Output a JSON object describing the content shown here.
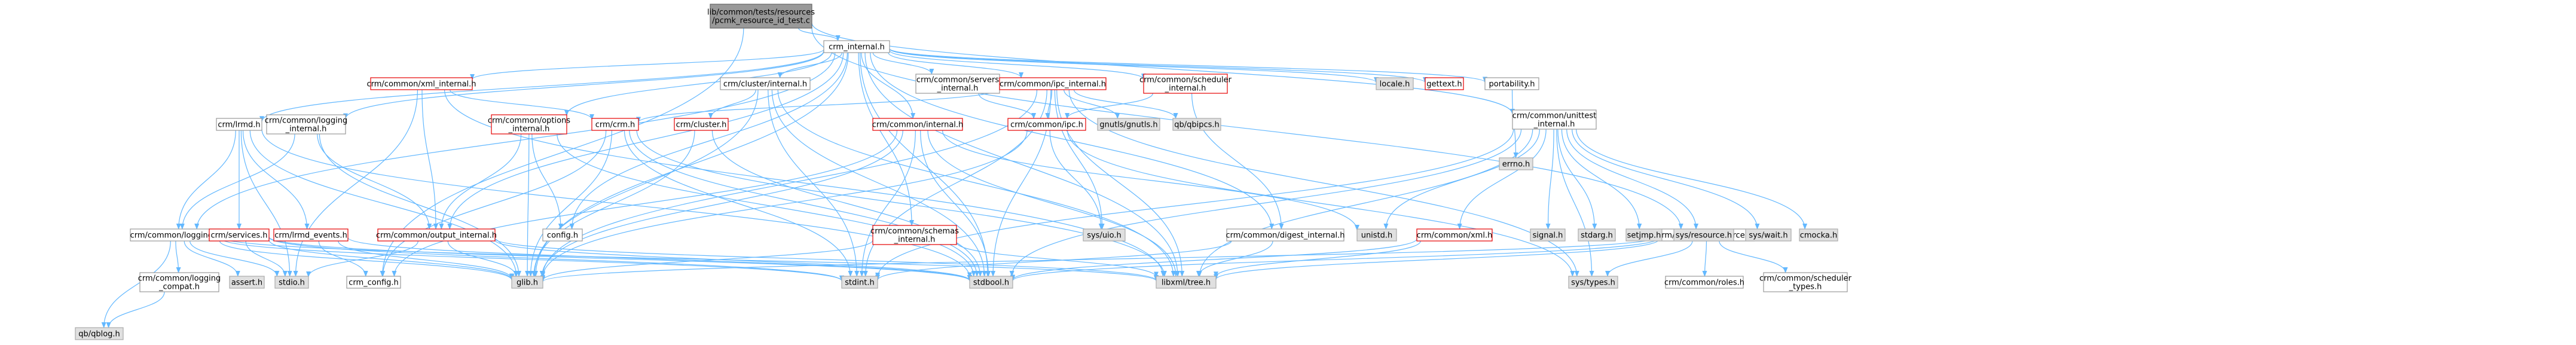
{
  "colors": {
    "edge": "#63b8ff",
    "root_fill": "#999999",
    "default_fill": "#ffffff",
    "default_stroke": "#999999",
    "red_text": "#e60000",
    "red_stroke": "#e60000",
    "external_fill": "#e0e0e0"
  },
  "nodes": [
    {
      "id": "root",
      "label": "lib/common/tests/resources\n/pcmk_resource_id_test.c",
      "style": "root"
    },
    {
      "id": "crm_internal",
      "label": "crm_internal.h",
      "style": "default"
    },
    {
      "id": "xml_internal",
      "label": "crm/common/xml_internal.h",
      "style": "red"
    },
    {
      "id": "cluster_internal",
      "label": "crm/cluster/internal.h",
      "style": "default"
    },
    {
      "id": "servers_internal",
      "label": "crm/common/servers\n_internal.h",
      "style": "default"
    },
    {
      "id": "ipc_internal",
      "label": "crm/common/ipc_internal.h",
      "style": "red"
    },
    {
      "id": "scheduler_internal",
      "label": "crm/common/scheduler\n_internal.h",
      "style": "red"
    },
    {
      "id": "locale",
      "label": "locale.h",
      "style": "ext"
    },
    {
      "id": "gettext",
      "label": "gettext.h",
      "style": "red"
    },
    {
      "id": "portability",
      "label": "portability.h",
      "style": "default"
    },
    {
      "id": "unittest_internal",
      "label": "crm/common/unittest\n_internal.h",
      "style": "default"
    },
    {
      "id": "resources",
      "label": "crm/common/resources.h",
      "style": "default"
    },
    {
      "id": "lrmd",
      "label": "crm/lrmd.h",
      "style": "default"
    },
    {
      "id": "logging_internal",
      "label": "crm/common/logging\n_internal.h",
      "style": "default"
    },
    {
      "id": "options_internal",
      "label": "crm/common/options\n_internal.h",
      "style": "red"
    },
    {
      "id": "crm_h",
      "label": "crm/crm.h",
      "style": "red"
    },
    {
      "id": "cluster_h",
      "label": "crm/cluster.h",
      "style": "red"
    },
    {
      "id": "common_internal",
      "label": "crm/common/internal.h",
      "style": "red"
    },
    {
      "id": "ipc_h",
      "label": "crm/common/ipc.h",
      "style": "red"
    },
    {
      "id": "gnutls",
      "label": "gnutls/gnutls.h",
      "style": "ext"
    },
    {
      "id": "qbipcs",
      "label": "qb/qbipcs.h",
      "style": "ext"
    },
    {
      "id": "errno",
      "label": "errno.h",
      "style": "ext"
    },
    {
      "id": "logging_h",
      "label": "crm/common/logging.h",
      "style": "default"
    },
    {
      "id": "services_h",
      "label": "crm/services.h",
      "style": "red"
    },
    {
      "id": "lrmd_events",
      "label": "crm/lrmd_events.h",
      "style": "red"
    },
    {
      "id": "output_internal",
      "label": "crm/common/output_internal.h",
      "style": "red"
    },
    {
      "id": "config_h",
      "label": "config.h",
      "style": "default"
    },
    {
      "id": "schemas_internal",
      "label": "crm/common/schemas\n_internal.h",
      "style": "red"
    },
    {
      "id": "sys_uio",
      "label": "sys/uio.h",
      "style": "ext"
    },
    {
      "id": "unistd",
      "label": "unistd.h",
      "style": "ext"
    },
    {
      "id": "digest_internal",
      "label": "crm/common/digest_internal.h",
      "style": "default"
    },
    {
      "id": "xml_h",
      "label": "crm/common/xml.h",
      "style": "red"
    },
    {
      "id": "signal",
      "label": "signal.h",
      "style": "ext"
    },
    {
      "id": "stdarg",
      "label": "stdarg.h",
      "style": "ext"
    },
    {
      "id": "setjmp",
      "label": "setjmp.h",
      "style": "ext"
    },
    {
      "id": "sys_resource",
      "label": "sys/resource.h",
      "style": "ext"
    },
    {
      "id": "sys_wait",
      "label": "sys/wait.h",
      "style": "ext"
    },
    {
      "id": "cmocka",
      "label": "cmocka.h",
      "style": "ext"
    },
    {
      "id": "logging_compat",
      "label": "crm/common/logging\n_compat.h",
      "style": "default"
    },
    {
      "id": "assert",
      "label": "assert.h",
      "style": "ext"
    },
    {
      "id": "stdio",
      "label": "stdio.h",
      "style": "ext"
    },
    {
      "id": "crm_config",
      "label": "crm_config.h",
      "style": "default"
    },
    {
      "id": "glib",
      "label": "glib.h",
      "style": "ext"
    },
    {
      "id": "stdint",
      "label": "stdint.h",
      "style": "ext"
    },
    {
      "id": "stdbool",
      "label": "stdbool.h",
      "style": "ext"
    },
    {
      "id": "libxml",
      "label": "libxml/tree.h",
      "style": "ext"
    },
    {
      "id": "sys_types",
      "label": "sys/types.h",
      "style": "ext"
    },
    {
      "id": "roles",
      "label": "crm/common/roles.h",
      "style": "default"
    },
    {
      "id": "scheduler_types",
      "label": "crm/common/scheduler\n_types.h",
      "style": "default"
    },
    {
      "id": "qblog",
      "label": "qb/qblog.h",
      "style": "ext"
    }
  ],
  "edges": [
    [
      "root",
      "crm_internal"
    ],
    [
      "root",
      "unittest_internal"
    ],
    [
      "root",
      "resources"
    ],
    [
      "root",
      "crm_config"
    ],
    [
      "crm_internal",
      "xml_internal"
    ],
    [
      "crm_internal",
      "cluster_internal"
    ],
    [
      "crm_internal",
      "servers_internal"
    ],
    [
      "crm_internal",
      "ipc_internal"
    ],
    [
      "crm_internal",
      "scheduler_internal"
    ],
    [
      "crm_internal",
      "locale"
    ],
    [
      "crm_internal",
      "gettext"
    ],
    [
      "crm_internal",
      "portability"
    ],
    [
      "crm_internal",
      "lrmd"
    ],
    [
      "crm_internal",
      "logging_internal"
    ],
    [
      "crm_internal",
      "options_internal"
    ],
    [
      "crm_internal",
      "common_internal"
    ],
    [
      "crm_internal",
      "schemas_internal"
    ],
    [
      "crm_internal",
      "output_internal"
    ],
    [
      "crm_internal",
      "config_h"
    ],
    [
      "crm_internal",
      "digest_internal"
    ],
    [
      "crm_internal",
      "glib"
    ],
    [
      "crm_internal",
      "stdbool"
    ],
    [
      "crm_internal",
      "libxml"
    ],
    [
      "crm_internal",
      "logging_h"
    ],
    [
      "xml_internal",
      "crm_h"
    ],
    [
      "xml_internal",
      "output_internal"
    ],
    [
      "xml_internal",
      "libxml"
    ],
    [
      "xml_internal",
      "stdio"
    ],
    [
      "cluster_internal",
      "cluster_h"
    ],
    [
      "cluster_internal",
      "glib"
    ],
    [
      "cluster_internal",
      "stdint"
    ],
    [
      "cluster_internal",
      "stdbool"
    ],
    [
      "cluster_internal",
      "libxml"
    ],
    [
      "servers_internal",
      "ipc_h"
    ],
    [
      "ipc_internal",
      "ipc_h"
    ],
    [
      "ipc_internal",
      "gnutls"
    ],
    [
      "ipc_internal",
      "qbipcs"
    ],
    [
      "ipc_internal",
      "crm_h"
    ],
    [
      "ipc_internal",
      "sys_uio"
    ],
    [
      "ipc_internal",
      "glib"
    ],
    [
      "ipc_internal",
      "stdint"
    ],
    [
      "ipc_internal",
      "stdbool"
    ],
    [
      "ipc_internal",
      "sys_types"
    ],
    [
      "ipc_internal",
      "libxml"
    ],
    [
      "scheduler_internal",
      "digest_internal"
    ],
    [
      "scheduler_internal",
      "ipc_h"
    ],
    [
      "portability",
      "errno"
    ],
    [
      "unittest_internal",
      "signal"
    ],
    [
      "unittest_internal",
      "stdarg"
    ],
    [
      "unittest_internal",
      "setjmp"
    ],
    [
      "unittest_internal",
      "sys_resource"
    ],
    [
      "unittest_internal",
      "sys_wait"
    ],
    [
      "unittest_internal",
      "cmocka"
    ],
    [
      "unittest_internal",
      "unistd"
    ],
    [
      "unittest_internal",
      "xml_h"
    ],
    [
      "unittest_internal",
      "stdbool"
    ],
    [
      "unittest_internal",
      "stdint"
    ],
    [
      "unittest_internal",
      "sys_types"
    ],
    [
      "unittest_internal",
      "libxml"
    ],
    [
      "resources",
      "roles"
    ],
    [
      "resources",
      "scheduler_types"
    ],
    [
      "resources",
      "stdbool"
    ],
    [
      "resources",
      "sys_types"
    ],
    [
      "resources",
      "libxml"
    ],
    [
      "resources",
      "glib"
    ],
    [
      "lrmd",
      "logging_h"
    ],
    [
      "lrmd",
      "services_h"
    ],
    [
      "lrmd",
      "lrmd_events"
    ],
    [
      "lrmd",
      "stdbool"
    ],
    [
      "lrmd",
      "glib"
    ],
    [
      "lrmd",
      "stdio"
    ],
    [
      "logging_internal",
      "logging_h"
    ],
    [
      "logging_internal",
      "output_internal"
    ],
    [
      "logging_internal",
      "glib"
    ],
    [
      "options_internal",
      "output_internal"
    ],
    [
      "options_internal",
      "config_h"
    ],
    [
      "options_internal",
      "glib"
    ],
    [
      "options_internal",
      "stdbool"
    ],
    [
      "crm_h",
      "crm_config"
    ],
    [
      "crm_h",
      "glib"
    ],
    [
      "crm_h",
      "stdbool"
    ],
    [
      "crm_h",
      "stdint"
    ],
    [
      "crm_h",
      "libxml"
    ],
    [
      "cluster_h",
      "glib"
    ],
    [
      "cluster_h",
      "stdbool"
    ],
    [
      "common_internal",
      "unistd"
    ],
    [
      "common_internal",
      "glib"
    ],
    [
      "common_internal",
      "stdbool"
    ],
    [
      "common_internal",
      "libxml"
    ],
    [
      "common_internal",
      "stdint"
    ],
    [
      "common_internal",
      "crm_config"
    ],
    [
      "ipc_h",
      "sys_uio"
    ],
    [
      "ipc_h",
      "glib"
    ],
    [
      "ipc_h",
      "sys_types"
    ],
    [
      "logging_h",
      "logging_compat"
    ],
    [
      "logging_h",
      "assert"
    ],
    [
      "logging_h",
      "stdio"
    ],
    [
      "logging_h",
      "glib"
    ],
    [
      "logging_h",
      "stdint"
    ],
    [
      "logging_h",
      "libxml"
    ],
    [
      "logging_h",
      "qblog"
    ],
    [
      "services_h",
      "glib"
    ],
    [
      "services_h",
      "stdio"
    ],
    [
      "services_h",
      "stdint"
    ],
    [
      "services_h",
      "stdbool"
    ],
    [
      "lrmd_events",
      "glib"
    ],
    [
      "lrmd_events",
      "stdbool"
    ],
    [
      "lrmd_events",
      "crm_config"
    ],
    [
      "output_internal",
      "glib"
    ],
    [
      "output_internal",
      "stdio"
    ],
    [
      "output_internal",
      "stdbool"
    ],
    [
      "output_internal",
      "libxml"
    ],
    [
      "schemas_internal",
      "glib"
    ],
    [
      "schemas_internal",
      "libxml"
    ],
    [
      "digest_internal",
      "libxml"
    ],
    [
      "digest_internal",
      "stdint"
    ],
    [
      "xml_h",
      "stdbool"
    ],
    [
      "xml_h",
      "libxml"
    ],
    [
      "logging_compat",
      "qblog"
    ]
  ]
}
